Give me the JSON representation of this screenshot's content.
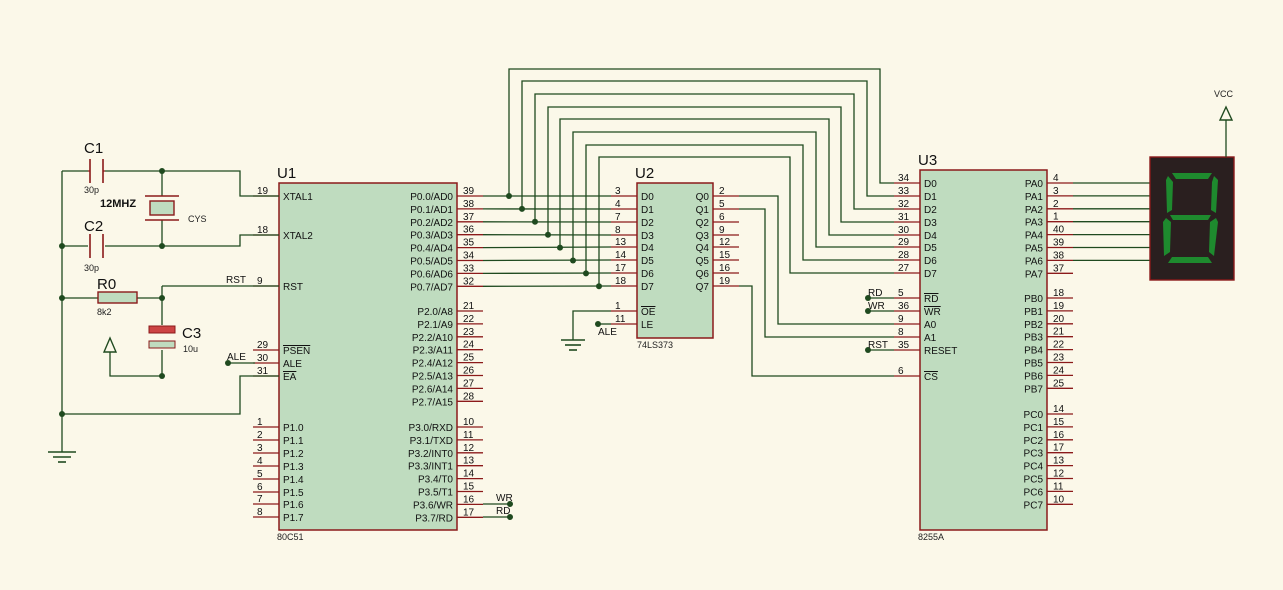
{
  "u1": {
    "ref": "U1",
    "part": "80C51",
    "left_pins": [
      {
        "num": "19",
        "name": "XTAL1"
      },
      {
        "num": "18",
        "name": "XTAL2"
      },
      {
        "num": "9",
        "name": "RST"
      },
      {
        "num": "29",
        "name": "PSEN",
        "bar": true
      },
      {
        "num": "30",
        "name": "ALE"
      },
      {
        "num": "31",
        "name": "EA",
        "bar": true
      },
      {
        "num": "1",
        "name": "P1.0"
      },
      {
        "num": "2",
        "name": "P1.1"
      },
      {
        "num": "3",
        "name": "P1.2"
      },
      {
        "num": "4",
        "name": "P1.3"
      },
      {
        "num": "5",
        "name": "P1.4"
      },
      {
        "num": "6",
        "name": "P1.5"
      },
      {
        "num": "7",
        "name": "P1.6"
      },
      {
        "num": "8",
        "name": "P1.7"
      }
    ],
    "right_pins": [
      {
        "num": "39",
        "name": "P0.0/AD0"
      },
      {
        "num": "38",
        "name": "P0.1/AD1"
      },
      {
        "num": "37",
        "name": "P0.2/AD2"
      },
      {
        "num": "36",
        "name": "P0.3/AD3"
      },
      {
        "num": "35",
        "name": "P0.4/AD4"
      },
      {
        "num": "34",
        "name": "P0.5/AD5"
      },
      {
        "num": "33",
        "name": "P0.6/AD6"
      },
      {
        "num": "32",
        "name": "P0.7/AD7"
      },
      {
        "num": "21",
        "name": "P2.0/A8"
      },
      {
        "num": "22",
        "name": "P2.1/A9"
      },
      {
        "num": "23",
        "name": "P2.2/A10"
      },
      {
        "num": "24",
        "name": "P2.3/A11"
      },
      {
        "num": "25",
        "name": "P2.4/A12"
      },
      {
        "num": "26",
        "name": "P2.5/A13"
      },
      {
        "num": "27",
        "name": "P2.6/A14"
      },
      {
        "num": "28",
        "name": "P2.7/A15"
      },
      {
        "num": "10",
        "name": "P3.0/RXD"
      },
      {
        "num": "11",
        "name": "P3.1/TXD"
      },
      {
        "num": "12",
        "name": "P3.2/INT0"
      },
      {
        "num": "13",
        "name": "P3.3/INT1"
      },
      {
        "num": "14",
        "name": "P3.4/T0"
      },
      {
        "num": "15",
        "name": "P3.5/T1"
      },
      {
        "num": "16",
        "name": "P3.6/WR"
      },
      {
        "num": "17",
        "name": "P3.7/RD"
      }
    ]
  },
  "u2": {
    "ref": "U2",
    "part": "74LS373",
    "left_pins": [
      {
        "num": "3",
        "name": "D0"
      },
      {
        "num": "4",
        "name": "D1"
      },
      {
        "num": "7",
        "name": "D2"
      },
      {
        "num": "8",
        "name": "D3"
      },
      {
        "num": "13",
        "name": "D4"
      },
      {
        "num": "14",
        "name": "D5"
      },
      {
        "num": "17",
        "name": "D6"
      },
      {
        "num": "18",
        "name": "D7"
      },
      {
        "num": "1",
        "name": "OE",
        "bar": true
      },
      {
        "num": "11",
        "name": "LE"
      }
    ],
    "right_pins": [
      {
        "num": "2",
        "name": "Q0"
      },
      {
        "num": "5",
        "name": "Q1"
      },
      {
        "num": "6",
        "name": "Q2"
      },
      {
        "num": "9",
        "name": "Q3"
      },
      {
        "num": "12",
        "name": "Q4"
      },
      {
        "num": "15",
        "name": "Q5"
      },
      {
        "num": "16",
        "name": "Q6"
      },
      {
        "num": "19",
        "name": "Q7"
      }
    ]
  },
  "u3": {
    "ref": "U3",
    "part": "8255A",
    "left_pins": [
      {
        "num": "34",
        "name": "D0"
      },
      {
        "num": "33",
        "name": "D1"
      },
      {
        "num": "32",
        "name": "D2"
      },
      {
        "num": "31",
        "name": "D3"
      },
      {
        "num": "30",
        "name": "D4"
      },
      {
        "num": "29",
        "name": "D5"
      },
      {
        "num": "28",
        "name": "D6"
      },
      {
        "num": "27",
        "name": "D7"
      },
      {
        "num": "5",
        "name": "RD",
        "bar": true
      },
      {
        "num": "36",
        "name": "WR",
        "bar": true
      },
      {
        "num": "9",
        "name": "A0"
      },
      {
        "num": "8",
        "name": "A1"
      },
      {
        "num": "35",
        "name": "RESET"
      },
      {
        "num": "6",
        "name": "CS",
        "bar": true
      }
    ],
    "right_pins": [
      {
        "num": "4",
        "name": "PA0"
      },
      {
        "num": "3",
        "name": "PA1"
      },
      {
        "num": "2",
        "name": "PA2"
      },
      {
        "num": "1",
        "name": "PA3"
      },
      {
        "num": "40",
        "name": "PA4"
      },
      {
        "num": "39",
        "name": "PA5"
      },
      {
        "num": "38",
        "name": "PA6"
      },
      {
        "num": "37",
        "name": "PA7"
      },
      {
        "num": "18",
        "name": "PB0"
      },
      {
        "num": "19",
        "name": "PB1"
      },
      {
        "num": "20",
        "name": "PB2"
      },
      {
        "num": "21",
        "name": "PB3"
      },
      {
        "num": "22",
        "name": "PB4"
      },
      {
        "num": "23",
        "name": "PB5"
      },
      {
        "num": "24",
        "name": "PB6"
      },
      {
        "num": "25",
        "name": "PB7"
      },
      {
        "num": "14",
        "name": "PC0"
      },
      {
        "num": "15",
        "name": "PC1"
      },
      {
        "num": "16",
        "name": "PC2"
      },
      {
        "num": "17",
        "name": "PC3"
      },
      {
        "num": "13",
        "name": "PC4"
      },
      {
        "num": "12",
        "name": "PC5"
      },
      {
        "num": "11",
        "name": "PC6"
      },
      {
        "num": "10",
        "name": "PC7"
      }
    ]
  },
  "components": {
    "c1": {
      "ref": "C1",
      "value": "30p"
    },
    "c2": {
      "ref": "C2",
      "value": "30p"
    },
    "crystal": {
      "freq": "12MHZ",
      "type": "CYS"
    },
    "r0": {
      "ref": "R0",
      "value": "8k2"
    },
    "c3": {
      "ref": "C3",
      "value": "10u"
    },
    "vcc": "VCC"
  },
  "net_labels": {
    "rst": "RST",
    "ale": "ALE",
    "wr": "WR",
    "rd": "RD"
  },
  "colors": {
    "background": "#fbf8e9",
    "chip_fill": "#bfdcbf",
    "chip_border": "#8b1a1a",
    "wire": "#1f4a1f",
    "display_bg": "#2a1f1f",
    "segment": "#1e8a2e"
  }
}
